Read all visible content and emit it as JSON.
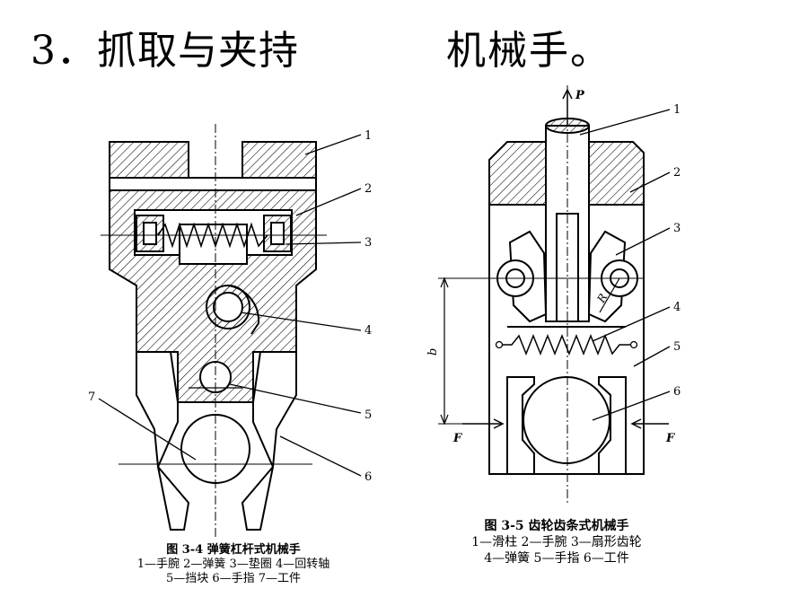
{
  "slide": {
    "title_left": "3．抓取与夹持",
    "title_right": "机械手。"
  },
  "figure1": {
    "caption": "图 3-4   弹簧杠杆式机械手",
    "legend_line1": "1—手腕   2—弹簧   3—垫圈   4—回转轴",
    "legend_line2": "5—挡块   6—手指   7—工件",
    "labels": [
      "1",
      "2",
      "3",
      "4",
      "5",
      "6",
      "7"
    ]
  },
  "figure2": {
    "caption": "图 3-5   齿轮齿条式机械手",
    "legend_line1": "1—滑柱   2—手腕   3—扇形齿轮",
    "legend_line2": "4—弹簧   5—手指   6—工件",
    "labels": [
      "1",
      "2",
      "3",
      "4",
      "5",
      "6"
    ],
    "force_top": "P",
    "force_side": "F",
    "dimension": "b",
    "radius": "R"
  }
}
